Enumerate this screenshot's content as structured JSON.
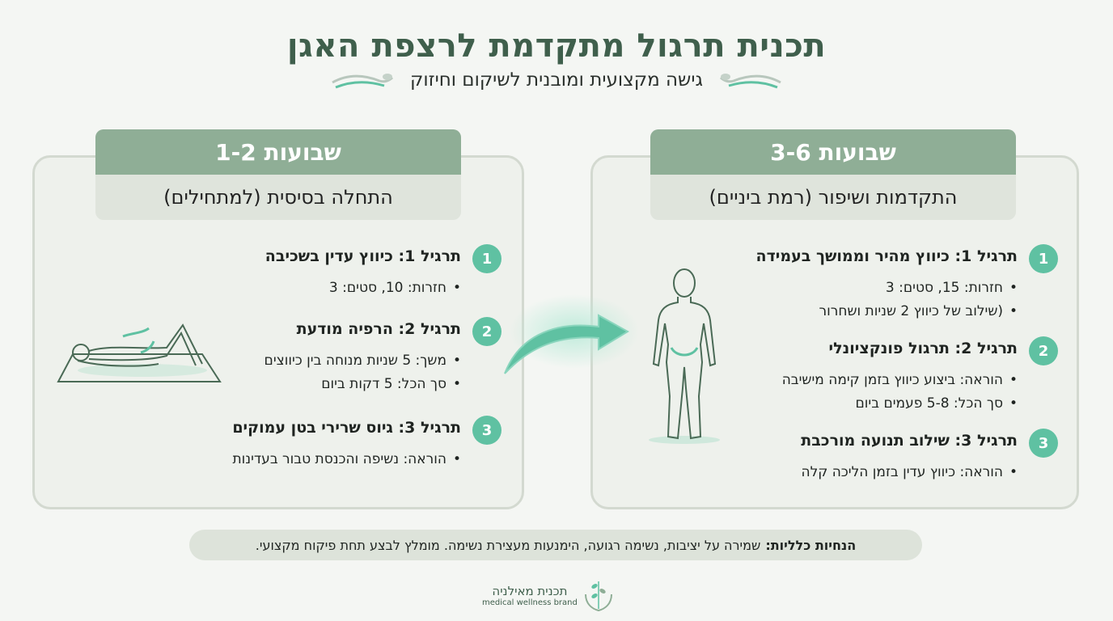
{
  "header": {
    "title": "תכנית תרגול מתקדמת לרצפת האגן",
    "subtitle": "גישה מקצועית ומובנית לשיקום וחיזוק"
  },
  "phases": [
    {
      "weeks": "שבועות 1-2",
      "level": "התחלה בסיסית (למתחילים)",
      "exercises": [
        {
          "num": "1",
          "name": "תרגיל 1: כיווץ עדין בשכיבה",
          "bullets": [
            "חזרות: 10, סטים: 3"
          ]
        },
        {
          "num": "2",
          "name": "תרגיל 2: הרפיה מודעת",
          "bullets": [
            "משך: 5 שניות מנוחה בין כיווצים",
            "סך הכל: 5 דקות ביום"
          ]
        },
        {
          "num": "3",
          "name": "תרגיל 3: גיוס שרירי בטן עמוקים",
          "bullets": [
            "הוראה: נשיפה והכנסת טבור בעדינות"
          ]
        }
      ]
    },
    {
      "weeks": "שבועות 3-6",
      "level": "התקדמות ושיפור (רמת ביניים)",
      "exercises": [
        {
          "num": "1",
          "name": "תרגיל 1: כיווץ מהיר וממושך בעמידה",
          "bullets": [
            "חזרות: 15, סטים: 3",
            "(שילוב של כיווץ 2 שניות ושחרור"
          ]
        },
        {
          "num": "2",
          "name": "תרגיל 2: תרגול פונקציונלי",
          "bullets": [
            "הוראה: ביצוע כיווץ בזמן קימה מישיבה",
            "סך הכל: 5-8 פעמים ביום"
          ]
        },
        {
          "num": "3",
          "name": "תרגיל 3: שילוב תנועה מורכבת",
          "bullets": [
            "הוראה: כיווץ עדין בזמן הליכה קלה"
          ]
        }
      ]
    }
  ],
  "note": {
    "label": "הנחיות כלליות:",
    "text": "שמירה על יציבות, נשימה רגועה, הימנעות מעצירת נשימה. מומלץ לבצע תחת פיקוח מקצועי."
  },
  "brand": {
    "name": "תכנית מאילניה",
    "tagline": "medical wellness brand"
  },
  "colors": {
    "accent": "#5fc1a2",
    "header_band": "#8fae96",
    "title": "#3f5f4c"
  }
}
